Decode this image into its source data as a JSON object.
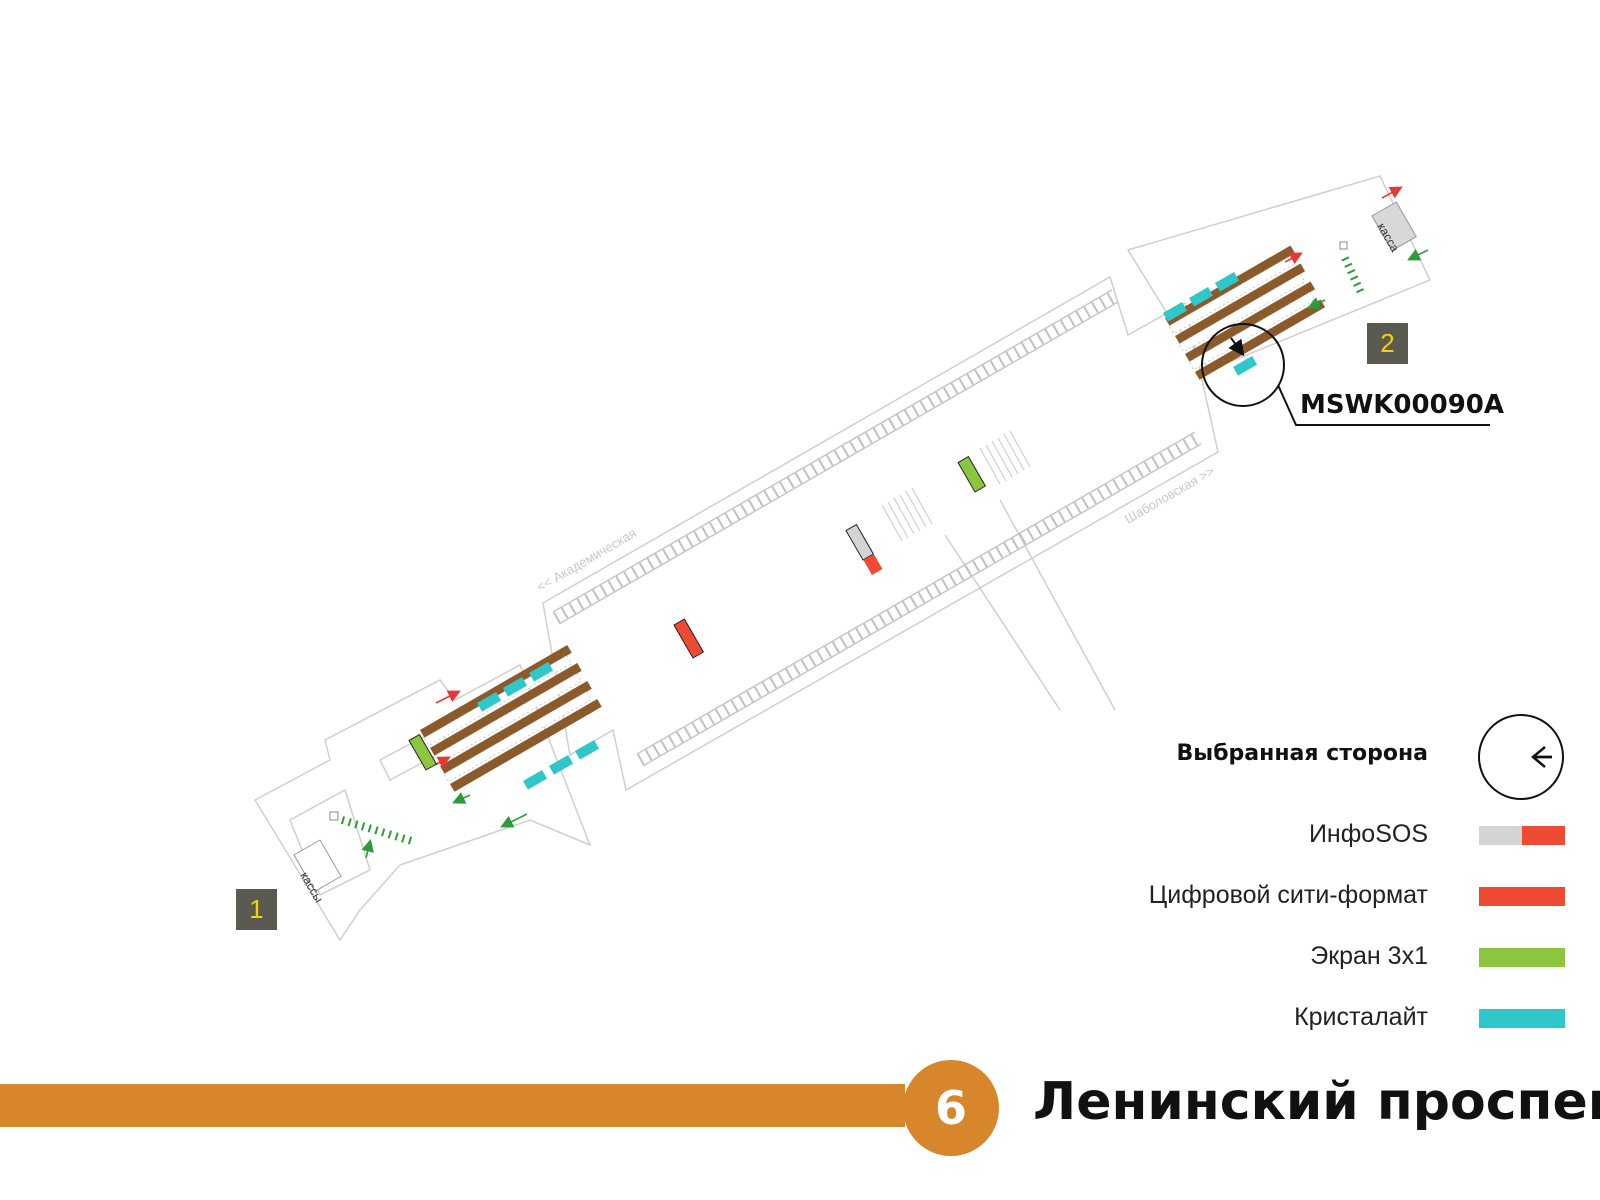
{
  "station": {
    "line_number": "6",
    "name": "Ленинский проспект",
    "line_color": "#d8862c"
  },
  "directions": {
    "left": "<< Академическая",
    "right": "Шаболовская >>"
  },
  "map_labels": {
    "cashier_lower": "кассы",
    "cashier_upper": "касса",
    "callout": "MSWK00090A"
  },
  "entrances": [
    {
      "number": "1"
    },
    {
      "number": "2"
    }
  ],
  "legend": {
    "title": "Выбранная сторона",
    "items": [
      {
        "label": "ИнфоSOS",
        "colors": [
          "#d4d4d4",
          "#ef4a34"
        ]
      },
      {
        "label": "Цифровой сити-формат",
        "colors": [
          "#ef4a34"
        ]
      },
      {
        "label": "Экран 3x1",
        "colors": [
          "#8cc63f"
        ]
      },
      {
        "label": "Кристалайт",
        "colors": [
          "#2fc7c9"
        ]
      }
    ]
  },
  "colors": {
    "escalator": "#8b5a2b",
    "arrow_up": "#e53935",
    "arrow_down": "#2e9b3a",
    "outline": "#c8c8c8"
  }
}
